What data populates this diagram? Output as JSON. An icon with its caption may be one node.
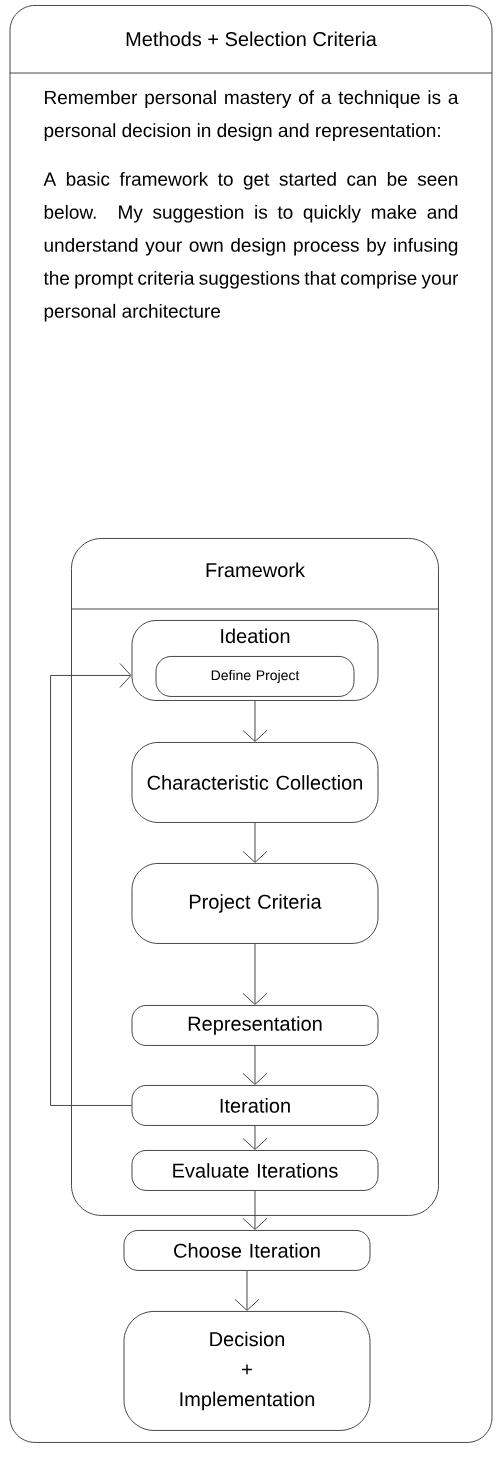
{
  "diagram": {
    "nodes": [
      {
        "text": [
          "Methods + Selection Criteria",
          "Remember personal mastery of a technique is a personal decision in design and representation:",
          "A basic framework to get started can be seen below. My suggestion is to quickly make and understand your own design process by infusing the prompt criteria suggestions that comprise your personal architecture"
        ]
      },
      {
        "text": [
          "Framework"
        ],
        "in": 0
      },
      {
        "text": [
          "Ideation"
        ],
        "in": 1
      },
      {
        "text": [
          "Define Project"
        ],
        "in": 2
      },
      {
        "text": [
          "Characteristic Collection"
        ],
        "in": 1
      },
      {
        "text": [
          "Project Criteria"
        ],
        "in": 1
      },
      {
        "text": [
          "Representation"
        ],
        "in": 1
      },
      {
        "text": [
          "Iteration"
        ],
        "in": 1
      },
      {
        "text": [
          "Evaluate Iterations"
        ],
        "in": 1
      },
      {
        "text": [
          "Choose Iteration"
        ],
        "in": 0
      },
      {
        "text": [
          "Decision + Implementation"
        ],
        "in": 0
      }
    ],
    "edges": [
      {
        "from": 2,
        "to": 4,
        "arrow": "to"
      },
      {
        "from": 4,
        "to": 5,
        "arrow": "to"
      },
      {
        "from": 5,
        "to": 6,
        "arrow": "to"
      },
      {
        "from": 6,
        "to": 7,
        "arrow": "to"
      },
      {
        "from": 7,
        "to": 2,
        "arrow": "to"
      },
      {
        "from": 7,
        "to": 8,
        "arrow": "to"
      },
      {
        "from": 8,
        "to": 9,
        "arrow": "to"
      },
      {
        "from": 9,
        "to": 10,
        "arrow": "to"
      }
    ]
  }
}
